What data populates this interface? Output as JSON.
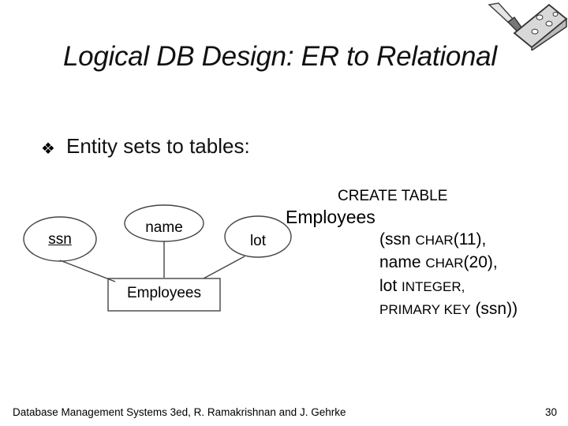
{
  "slide": {
    "title": "Logical DB Design: ER to Relational",
    "bullet_symbol": "❖",
    "bullet_text": "Entity sets to tables:"
  },
  "er_diagram": {
    "attributes": [
      "ssn",
      "name",
      "lot"
    ],
    "entity": "Employees",
    "key_attribute": "ssn"
  },
  "sql": {
    "create": "CREATE TABLE",
    "table": "Employees",
    "lines": [
      {
        "open": "(",
        "name": "ssn",
        "type": "CHAR",
        "size": "(11),"
      },
      {
        "name": "name",
        "type": "CHAR",
        "size": "(20),"
      },
      {
        "name": "lot",
        "type": "INTEGER,"
      },
      {
        "pk": "PRIMARY KEY",
        "cols": "(ssn))"
      }
    ]
  },
  "footer": {
    "text": "Database Management Systems 3ed,  R. Ramakrishnan and J. Gehrke",
    "page": "30"
  },
  "colors": {
    "text": "#000000",
    "background": "#ffffff",
    "logo_fill": "#d8d8d8"
  }
}
